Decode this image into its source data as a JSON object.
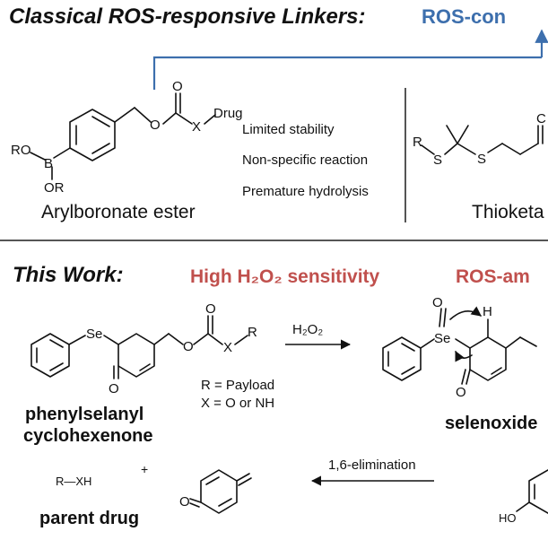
{
  "top": {
    "title": "Classical ROS-responsive Linkers:",
    "subtitle_partial": "ROS-con",
    "arylboronate": {
      "name": "Arylboronate ester",
      "notes": [
        "Limited stability",
        "Non-specific reaction",
        "Premature hydrolysis"
      ],
      "atoms": {
        "ro1": "RO",
        "b": "B",
        "or": "OR",
        "o_ether": "O",
        "o_carbonyl": "O",
        "x": "X",
        "drug": "Drug"
      }
    },
    "thioketal": {
      "name": "Thioketa",
      "atoms": {
        "r": "R",
        "s1": "S",
        "s2": "S",
        "o_partial": "C"
      }
    }
  },
  "bottom": {
    "title": "This Work:",
    "highlight1": "High H₂O₂ sensitivity",
    "highlight2_partial": "ROS-am",
    "substrate": {
      "name_line1": "phenylselanyl",
      "name_line2": "cyclohexenone",
      "atoms": {
        "se": "Se",
        "o_ring": "O",
        "o_ester": "O",
        "o_carbonyl": "O",
        "x": "X",
        "r": "R"
      },
      "defs": [
        "R = Payload",
        "X = O or NH"
      ]
    },
    "reagent": "H₂O₂",
    "intermediate": {
      "name": "selenoxide",
      "atoms": {
        "o": "O",
        "se": "Se",
        "h": "H",
        "o_ring": "O"
      }
    },
    "elimination": "1,6-elimination",
    "products": {
      "drug_formula": "R—XH",
      "plus": "+",
      "quinone_o": "O",
      "name": "parent drug"
    },
    "phenol_partial": {
      "ho": "HO"
    }
  },
  "colors": {
    "accent_blue": "#3d6fad",
    "accent_red": "#c0504d",
    "divider": "#555555"
  }
}
